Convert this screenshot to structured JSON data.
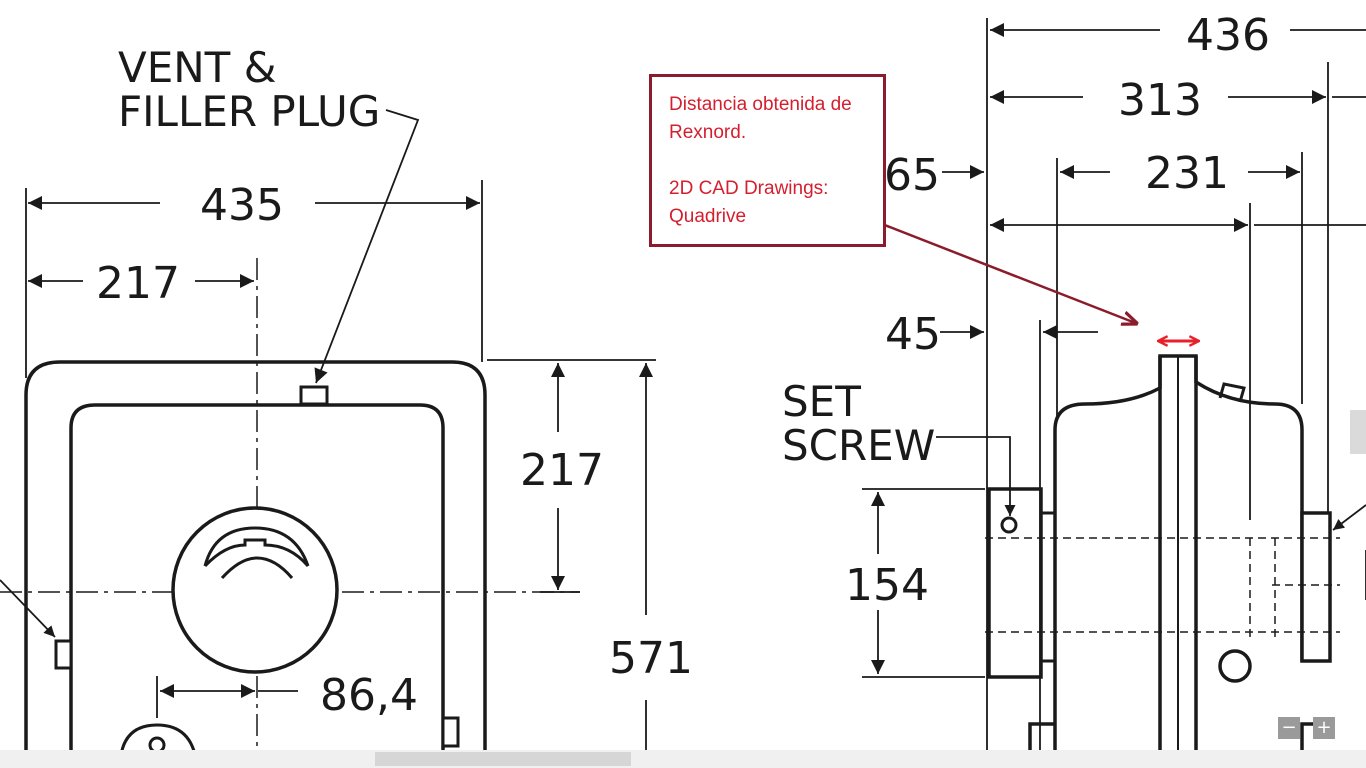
{
  "drawing": {
    "labels": {
      "vent_filler_line1": "VENT &",
      "vent_filler_line2": "FILLER PLUG",
      "set_screw_line1": "SET",
      "set_screw_line2": "SCREW"
    },
    "dimensions": {
      "front_width": "435",
      "front_half_width": "217",
      "front_center_height": "217",
      "front_total_height": "571",
      "front_hole_offset": "86,4",
      "side_total": "436",
      "side_313": "313",
      "side_231": "231",
      "side_65": "65",
      "side_45": "45",
      "side_154": "154"
    }
  },
  "callout": {
    "line1": "Distancia obtenida de",
    "line2": "Rexnord.",
    "line3": "2D CAD Drawings:",
    "line4": "Quadrive"
  },
  "colors": {
    "callout_border": "#8b1c2b",
    "callout_text": "#d51e2e",
    "annotation_red": "#e8202c"
  },
  "controls": {
    "zoom_out": "−",
    "zoom_in": "+"
  }
}
